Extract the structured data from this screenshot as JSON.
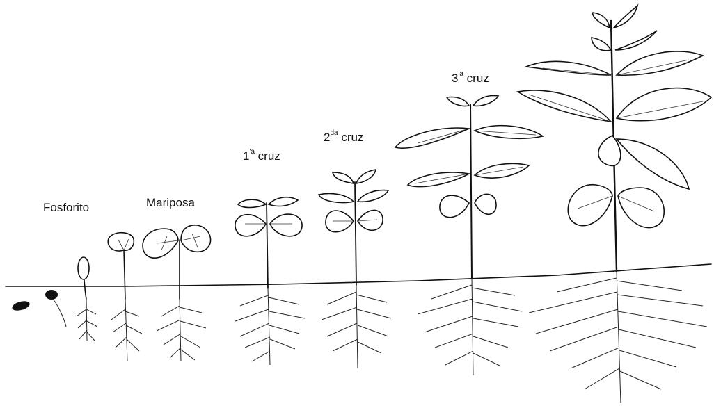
{
  "labels": {
    "stage2": "Fosforito",
    "stage3": "Mariposa",
    "stage4": {
      "num": "1",
      "sup": "'a",
      "word": " cruz"
    },
    "stage5": {
      "num": "2",
      "sup": "da",
      "word": " cruz"
    },
    "stage6": {
      "num": "3",
      "sup": "'a",
      "word": " cruz"
    }
  }
}
